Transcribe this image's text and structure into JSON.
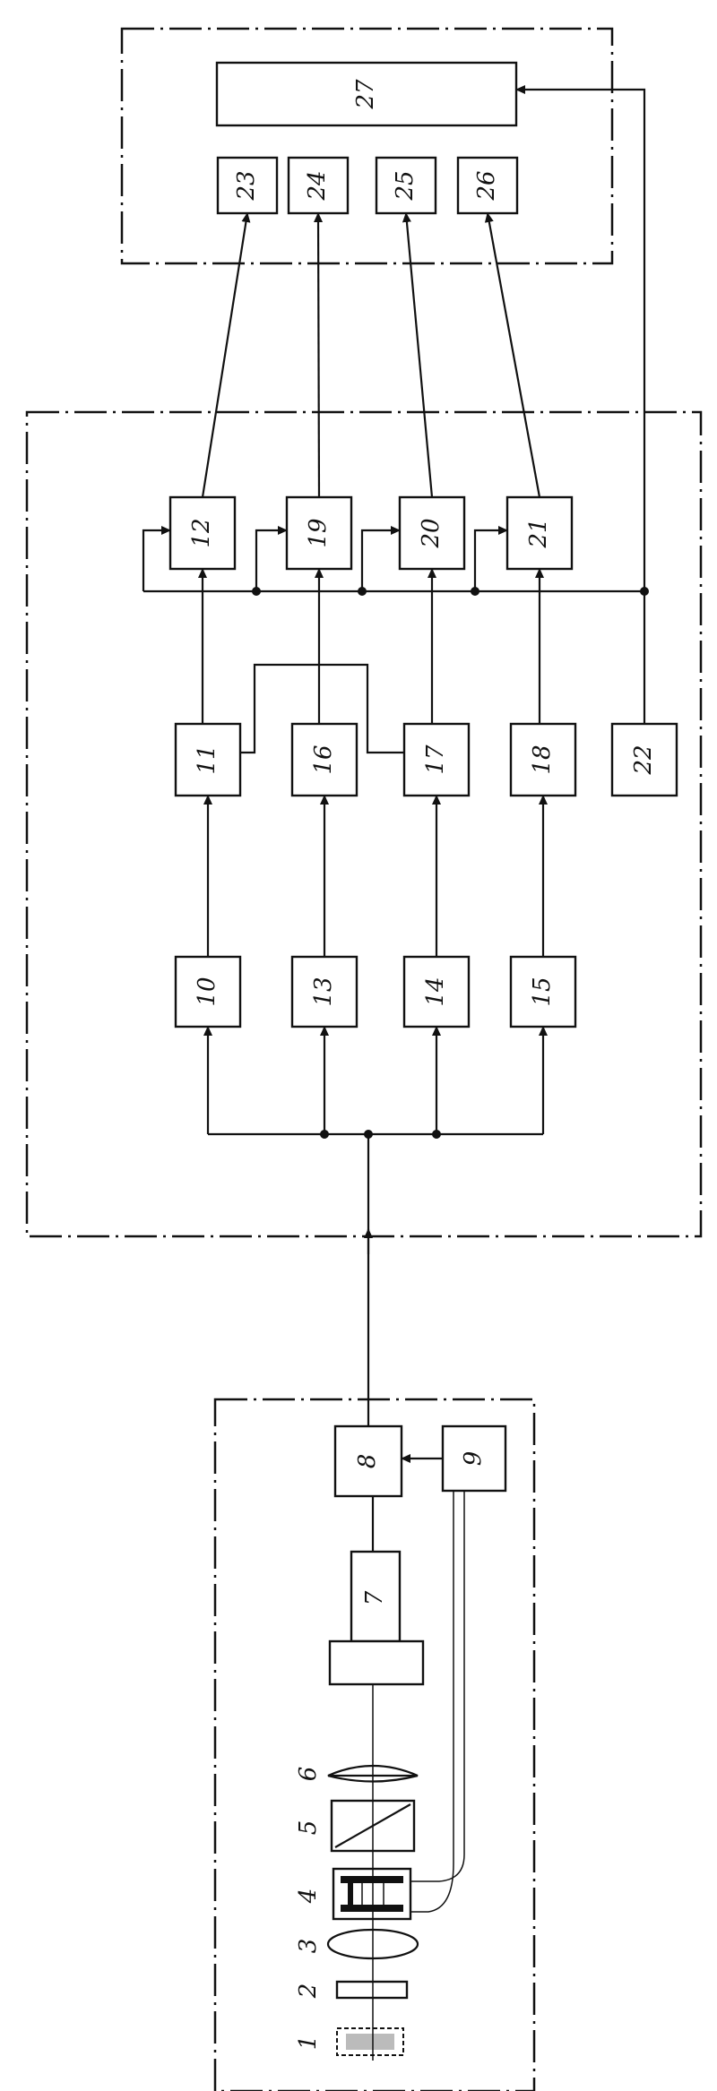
{
  "blocks": {
    "b7": "7",
    "b8": "8",
    "b9": "9",
    "b10": "10",
    "b11": "11",
    "b12": "12",
    "b13": "13",
    "b14": "14",
    "b15": "15",
    "b16": "16",
    "b17": "17",
    "b18": "18",
    "b19": "19",
    "b20": "20",
    "b21": "21",
    "b22": "22",
    "b23": "23",
    "b24": "24",
    "b25": "25",
    "b26": "26",
    "b27": "27"
  },
  "optics": {
    "e1": "1",
    "e2": "2",
    "e3": "3",
    "e4": "4",
    "e5": "5",
    "e6": "6"
  }
}
